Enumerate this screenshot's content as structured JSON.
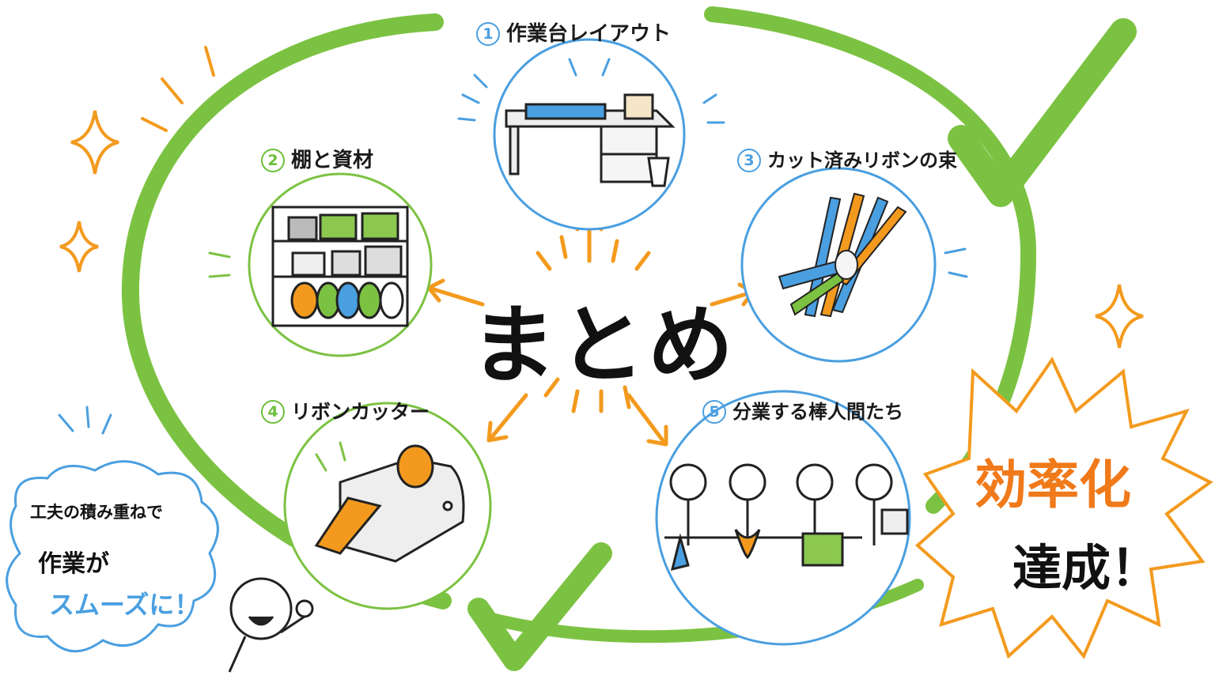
{
  "title": "まとめ",
  "items": [
    {
      "number": "1",
      "label": "作業台レイアウト"
    },
    {
      "number": "2",
      "label": "棚と資材"
    },
    {
      "number": "3",
      "label": "カット済みリボンの束"
    },
    {
      "number": "4",
      "label": "リボンカッター"
    },
    {
      "number": "5",
      "label": "分業する棒人間たち"
    }
  ],
  "result": {
    "line1": "効率化",
    "line2": "達成！"
  },
  "cloud": {
    "line1": "工夫の積み重ねで",
    "line2": "作業が",
    "line3": "スムーズに！"
  },
  "colors": {
    "green": "#7cc242",
    "blue": "#4a9fe0",
    "orange": "#f39a1e",
    "accent_orange": "#f07a1a"
  }
}
